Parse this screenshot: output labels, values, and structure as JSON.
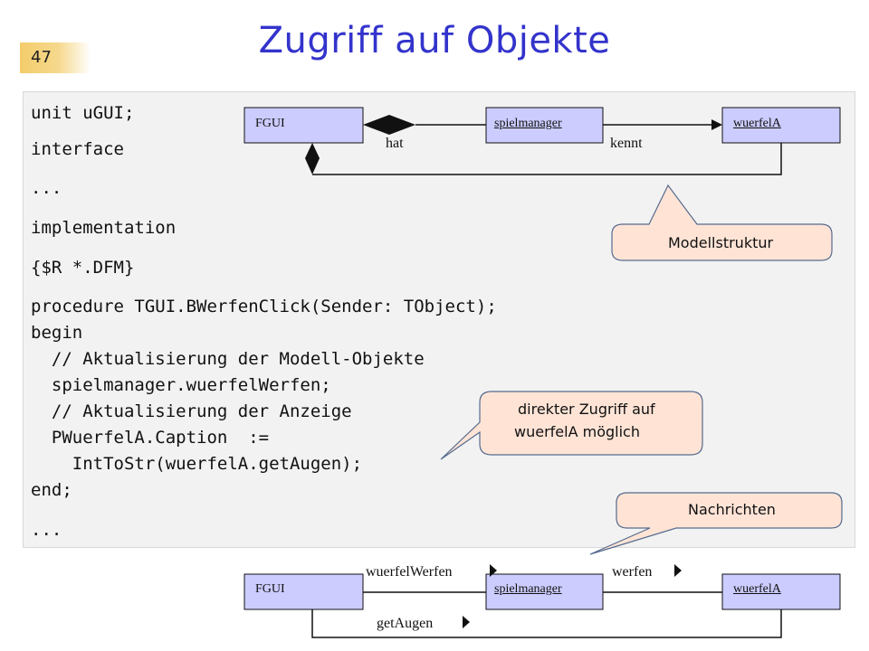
{
  "slide": {
    "number": "47",
    "title": "Zugriff auf Objekte"
  },
  "code": {
    "line_unit": "unit uGUI;",
    "line_interface": "interface",
    "line_dots1": "...",
    "line_implementation": "implementation",
    "line_directive": "{$R *.DFM}",
    "line_proc": "procedure TGUI.BWerfenClick(Sender: TObject);",
    "line_begin": "begin",
    "line_comment1": "  // Aktualisierung der Modell-Objekte",
    "line_call": "  spielmanager.wuerfelWerfen;",
    "line_comment2": "  // Aktualisierung der Anzeige",
    "line_caption": "  PWuerfelA.Caption  :=",
    "line_inttostr": "    IntToStr(wuerfelA.getAugen);",
    "line_end": "end;",
    "line_dots2": "..."
  },
  "model_diagram": {
    "box_fgui": "FGUI",
    "box_spielmanager": "spielmanager",
    "box_wuerfela": "wuerfelA",
    "label_hat": "hat",
    "label_kennt": "kennt"
  },
  "message_diagram": {
    "box_fgui": "FGUI",
    "box_spielmanager": "spielmanager",
    "box_wuerfela": "wuerfelA",
    "msg_wuerfelwerfen": "wuerfelWerfen",
    "msg_werfen": "werfen",
    "msg_getaugen": "getAugen"
  },
  "callouts": {
    "modellstruktur": "Modellstruktur",
    "direct_access_line1": "direkter Zugriff auf",
    "direct_access_line2": "wuerfelA möglich",
    "nachrichten": "Nachrichten"
  },
  "colors": {
    "title": "#3333cc",
    "uml_box_fill": "#ccccff",
    "callout_fill": "#ffe4d6",
    "callout_border": "#556b8e",
    "slide_number_badge": "#f4cc6a"
  }
}
